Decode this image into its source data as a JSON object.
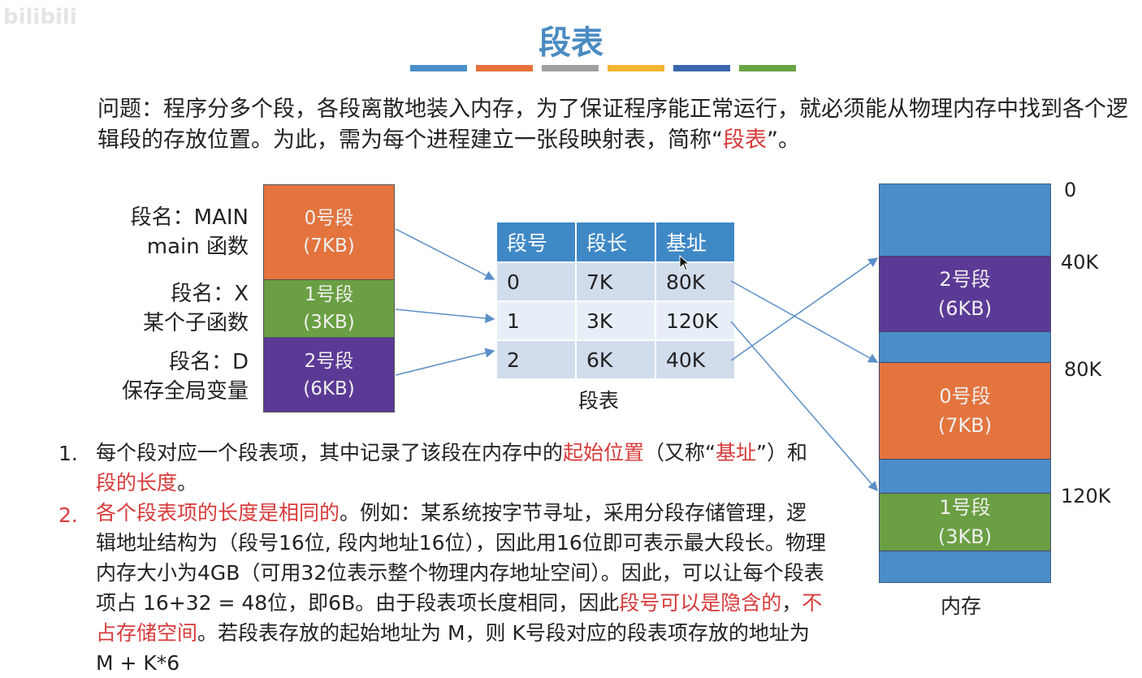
{
  "watermark": "bilibili",
  "title": "段表",
  "color_bars": [
    "#4a90c9",
    "#e8713a",
    "#a0a0a0",
    "#f2b632",
    "#3b67b0",
    "#6aa342"
  ],
  "intro": {
    "part1": "问题：程序分多个段，各段离散地装入内存，为了保证程序能正常运行，就必须能从物理内存中找到各个逻辑段的存放位置。为此，需为每个进程建立一张段映射表，简称“",
    "highlight": "段表",
    "part2": "”。"
  },
  "program_segments": [
    {
      "name_line1": "段名：MAIN",
      "name_line2": "main 函数",
      "label": "0号段",
      "size": "(7KB)",
      "color": "#e3743e"
    },
    {
      "name_line1": "段名：X",
      "name_line2": "某个子函数",
      "label": "1号段",
      "size": "(3KB)",
      "color": "#6a9f43"
    },
    {
      "name_line1": "段名：D",
      "name_line2": "保存全局变量",
      "label": "2号段",
      "size": "(6KB)",
      "color": "#5b3a96"
    }
  ],
  "segment_table": {
    "headers": [
      "段号",
      "段长",
      "基址"
    ],
    "rows": [
      [
        "0",
        "7K",
        "80K"
      ],
      [
        "1",
        "3K",
        "120K"
      ],
      [
        "2",
        "6K",
        "40K"
      ]
    ],
    "caption": "段表"
  },
  "memory": {
    "caption": "内存",
    "addresses": [
      "0",
      "40K",
      "80K",
      "120K"
    ],
    "blocks": [
      {
        "label": "2号段",
        "size": "(6KB)",
        "color": "#5b3a96"
      },
      {
        "label": "0号段",
        "size": "(7KB)",
        "color": "#e3743e"
      },
      {
        "label": "1号段",
        "size": "(3KB)",
        "color": "#6a9f43"
      }
    ],
    "free_color": "#4a8dc8"
  },
  "points": [
    {
      "number": "1.",
      "a": "每个段对应一个段表项，其中记录了该段在内存中的",
      "r1": "起始位置",
      "b": "（又称“",
      "r2": "基址",
      "c": "”）和",
      "r3": "段的长度",
      "d": "。"
    },
    {
      "number": "2.",
      "r1": "各个段表项的长度是相同的",
      "a": "。例如：某系统按字节寻址，采用分段存储管理，逻辑地址结构为（段号16位, 段内地址16位），因此用16位即可表示最大段长。物理内存大小为4GB（可用32位表示整个物理内存地址空间）。因此，可以让每个段表项占 16+32 = 48位，即6B。由于段表项长度相同，因此",
      "r2": "段号可以是隐含的",
      "b": "，",
      "r3": "不占存储空间",
      "c": "。若段表存放的起始地址为 M，则 K号段对应的段表项存放的地址为 M + K*6"
    }
  ]
}
